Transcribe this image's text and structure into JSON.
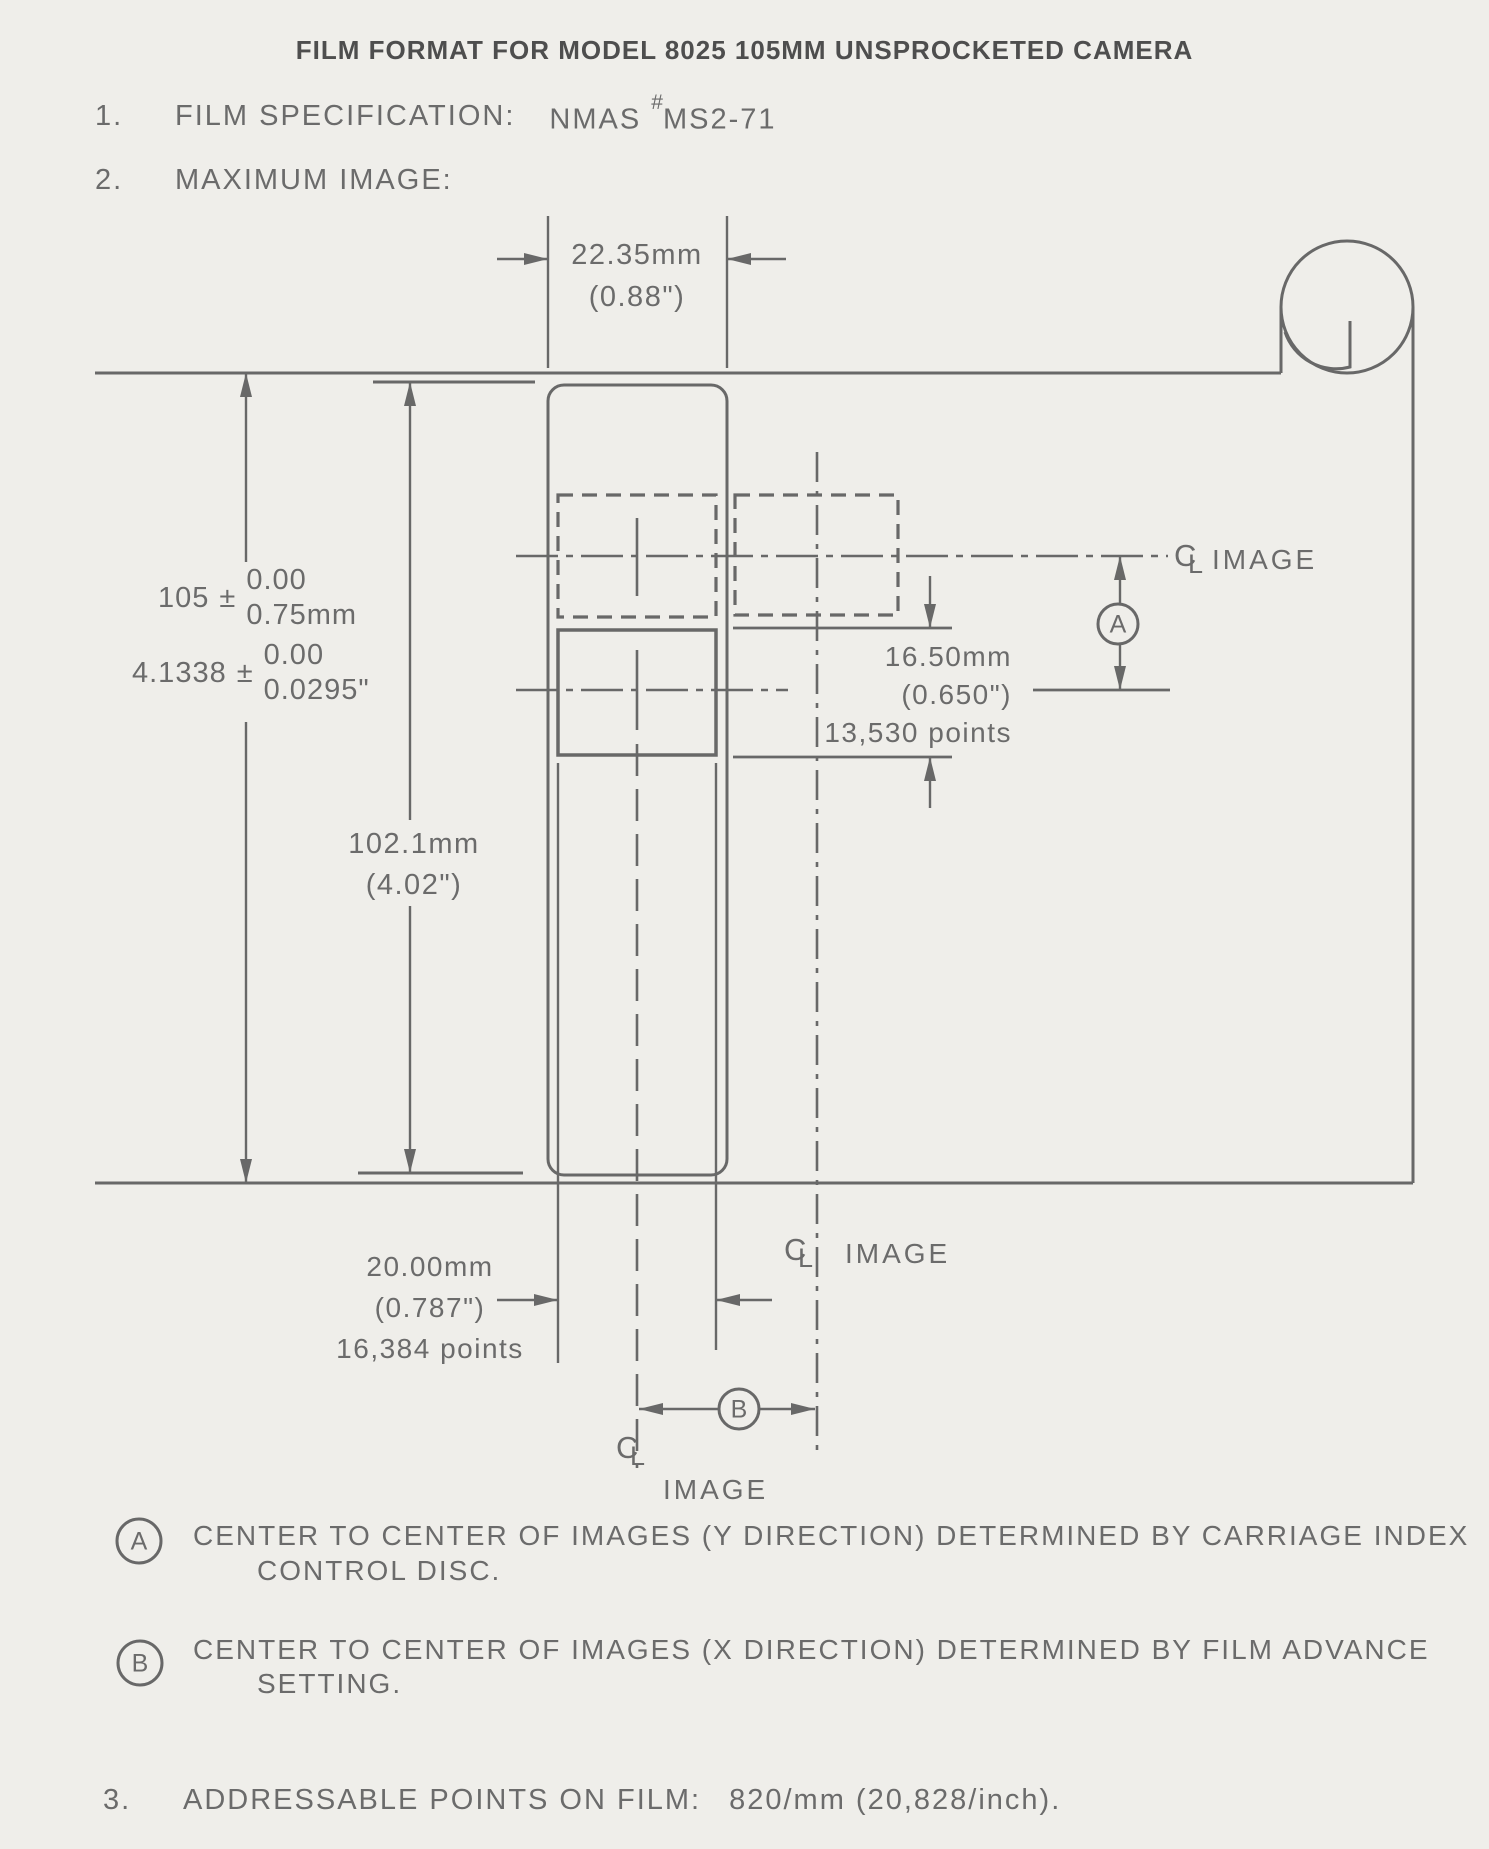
{
  "title": "FILM FORMAT FOR MODEL 8025 105MM UNSPROCKETED CAMERA",
  "item1": {
    "num": "1.",
    "label": "FILM SPECIFICATION:",
    "value_name": "NMAS",
    "value_hash": "#",
    "value_code": "MS2-71"
  },
  "item2": {
    "num": "2.",
    "label": "MAXIMUM IMAGE:"
  },
  "item3": {
    "num": "3.",
    "label": "ADDRESSABLE POINTS ON FILM:",
    "value": "820/mm (20,828/inch)."
  },
  "dims": {
    "top_width": {
      "mm": "22.35mm",
      "inch": "(0.88\")"
    },
    "film_width_mm": {
      "value": "105",
      "pm": "±",
      "tol_plus": "0.00",
      "tol_minus": "0.75mm"
    },
    "film_width_in": {
      "value": "4.1338",
      "pm": "±",
      "tol_plus": "0.00",
      "tol_minus": "0.0295\""
    },
    "image_y": {
      "mm": "16.50mm",
      "inch": "(0.650\")",
      "points": "13,530 points"
    },
    "strip_len": {
      "mm": "102.1mm",
      "inch": "(4.02\")"
    },
    "image_x": {
      "mm": "20.00mm",
      "inch": "(0.787\")",
      "points": "16,384 points"
    }
  },
  "cl": {
    "c": "C",
    "l": "L"
  },
  "image_label": "IMAGE",
  "callouts": {
    "a": "A",
    "b": "B"
  },
  "notes": {
    "a": {
      "line1": "CENTER TO CENTER OF IMAGES (Y DIRECTION) DETERMINED BY CARRIAGE INDEX",
      "line2": "CONTROL DISC."
    },
    "b": {
      "line1": "CENTER TO CENTER OF IMAGES (X DIRECTION) DETERMINED BY FILM ADVANCE",
      "line2": "SETTING."
    }
  }
}
